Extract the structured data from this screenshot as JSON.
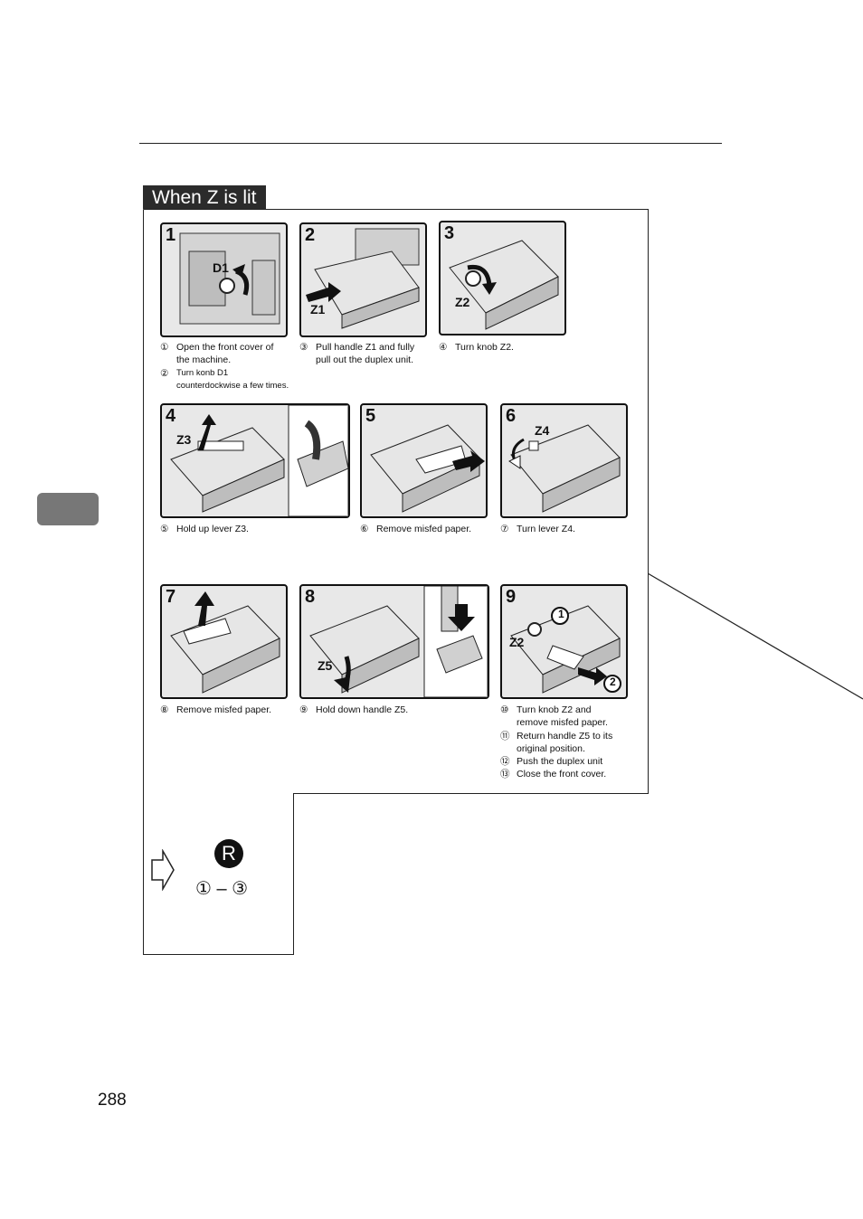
{
  "section_title": "When Z is lit",
  "page_number": "288",
  "steps": [
    {
      "number": "1",
      "labels": [
        "D1"
      ]
    },
    {
      "number": "2",
      "labels": [
        "Z1"
      ]
    },
    {
      "number": "3",
      "labels": [
        "Z2"
      ]
    },
    {
      "number": "4",
      "labels": [
        "Z3"
      ]
    },
    {
      "number": "5",
      "labels": []
    },
    {
      "number": "6",
      "labels": [
        "Z4"
      ]
    },
    {
      "number": "7",
      "labels": []
    },
    {
      "number": "8",
      "labels": [
        "Z5"
      ]
    },
    {
      "number": "9",
      "labels": [
        "Z2",
        "1",
        "2"
      ]
    }
  ],
  "captions": {
    "c1": [
      {
        "mark": "①",
        "text": "Open the front cover of"
      },
      {
        "mark": "",
        "text": "the machine."
      },
      {
        "mark": "②",
        "text": "Turn konb D1"
      },
      {
        "mark": "",
        "text": "counterdockwise a few times."
      }
    ],
    "c2": [
      {
        "mark": "③",
        "text": "Pull handle Z1 and fully"
      },
      {
        "mark": "",
        "text": "pull out the duplex unit."
      }
    ],
    "c3": [
      {
        "mark": "④",
        "text": "Turn knob Z2."
      }
    ],
    "c4": [
      {
        "mark": "⑤",
        "text": "Hold up lever Z3."
      }
    ],
    "c5": [
      {
        "mark": "⑥",
        "text": "Remove misfed paper."
      }
    ],
    "c6": [
      {
        "mark": "⑦",
        "text": "Turn lever Z4."
      }
    ],
    "c7": [
      {
        "mark": "⑧",
        "text": "Remove misfed paper."
      }
    ],
    "c8": [
      {
        "mark": "⑨",
        "text": "Hold down handle Z5."
      }
    ],
    "c9": [
      {
        "mark": "⑩",
        "text": "Turn knob Z2 and"
      },
      {
        "mark": "",
        "text": "remove misfed paper."
      },
      {
        "mark": "⑪",
        "text": "Return handle Z5 to its"
      },
      {
        "mark": "",
        "text": "original position."
      },
      {
        "mark": "⑫",
        "text": "Push the duplex unit"
      },
      {
        "mark": "⑬",
        "text": "Close the front cover."
      }
    ]
  },
  "reference": {
    "badge": "R",
    "range": "① – ③"
  }
}
